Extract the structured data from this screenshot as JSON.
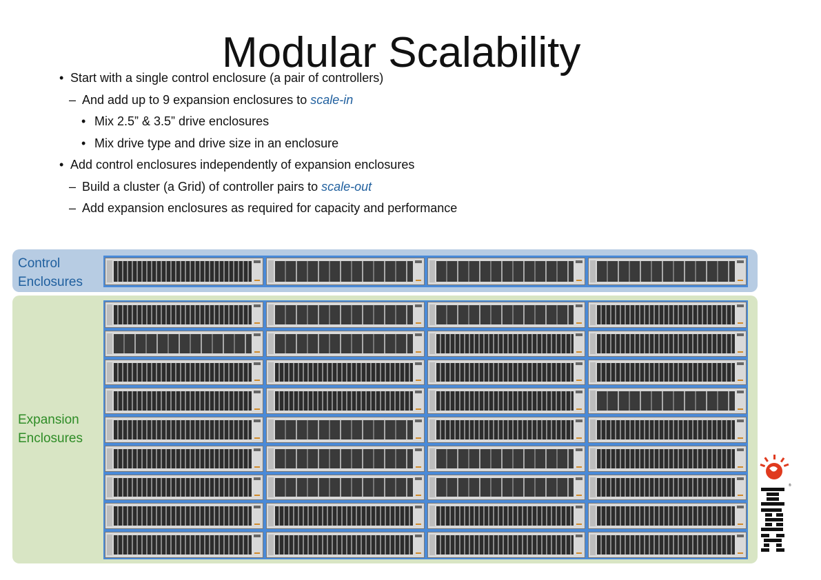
{
  "slide": {
    "title": "Modular Scalability",
    "bullets": [
      {
        "level": 1,
        "bullet": "•",
        "text": "Start with a single control enclosure (a pair of controllers)"
      },
      {
        "level": 2,
        "bullet": "–",
        "text": "And add up to 9 expansion enclosures to ",
        "highlight": "scale-in"
      },
      {
        "level": 3,
        "bullet": "•",
        "text": "Mix 2.5” & 3.5” drive enclosures"
      },
      {
        "level": 3,
        "bullet": "•",
        "text": "Mix drive type and drive size in an enclosure"
      },
      {
        "level": 1,
        "bullet": "•",
        "text": "Add control enclosures independently of expansion enclosures"
      },
      {
        "level": 2,
        "bullet": "–",
        "text": "Build a cluster (a Grid) of controller pairs to ",
        "highlight": "scale-out"
      },
      {
        "level": 2,
        "bullet": "–",
        "text": "Add expansion enclosures as required for capacity and performance"
      }
    ],
    "highlight_color": "#1f5f9e"
  },
  "diagram": {
    "control_label": "Control\nEnclosures",
    "expansion_label": "Expansion\nEnclosures",
    "control_label_color": "#1f5f9e",
    "expansion_label_color": "#2e8c26",
    "control_band_color": "#b7cce3",
    "expansion_band_color": "#d8e5c4",
    "rack_color": "#4a8ad8",
    "control_enclosures": [
      "small",
      "big",
      "big",
      "big"
    ],
    "expansion_columns": [
      [
        "small",
        "big",
        "small",
        "small",
        "small",
        "small",
        "small",
        "small",
        "small"
      ],
      [
        "big",
        "big",
        "small",
        "small",
        "big",
        "big",
        "big",
        "small",
        "small"
      ],
      [
        "big",
        "small",
        "small",
        "small",
        "small",
        "big",
        "big",
        "small",
        "small"
      ],
      [
        "small",
        "small",
        "small",
        "big",
        "small",
        "small",
        "small",
        "small",
        "small"
      ]
    ]
  },
  "logo": {
    "name": "IBM",
    "icon": "ibm-logo-icon",
    "colors": [
      "#e03a1e",
      "#111111"
    ]
  }
}
